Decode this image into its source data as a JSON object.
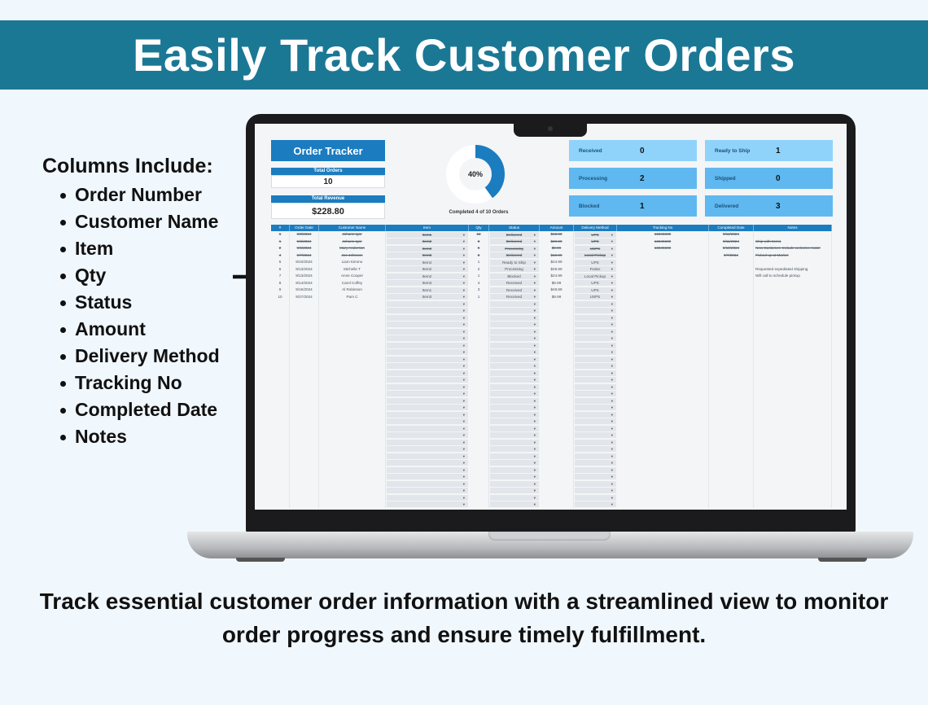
{
  "banner": {
    "title": "Easily Track Customer Orders"
  },
  "columns_list": {
    "heading": "Columns Include:",
    "items": [
      "Order Number",
      "Customer Name",
      "Item",
      "Qty",
      "Status",
      "Amount",
      "Delivery Method",
      "Tracking No",
      "Completed Date",
      "Notes"
    ]
  },
  "caption": "Track essential customer order information with a streamlined view to monitor order progress and ensure timely fulfillment.",
  "dashboard": {
    "title": "Order Tracker",
    "total_orders_label": "Total Orders",
    "total_orders_value": "10",
    "total_revenue_label": "Total Revenue",
    "total_revenue_value": "$228.80",
    "donut_percent_label": "40%",
    "donut_fraction": 0.4,
    "donut_caption": "Completed 4 of 10 Orders",
    "stats": [
      {
        "label": "Received",
        "value": "0"
      },
      {
        "label": "Ready to Ship",
        "value": "1"
      },
      {
        "label": "Processing",
        "value": "2"
      },
      {
        "label": "Shipped",
        "value": "0"
      },
      {
        "label": "Blocked",
        "value": "1"
      },
      {
        "label": "Delivered",
        "value": "3"
      }
    ],
    "colors": {
      "primary": "#1b7cc0",
      "stat_light": "#8fd3fb",
      "stat_mid": "#5fb8ef"
    },
    "table": {
      "headers": [
        "#",
        "Order Date",
        "Customer Name",
        "Item",
        "Qty",
        "Status",
        "Amount",
        "Delivery Method",
        "Tracking No",
        "Completed Date",
        "Notes"
      ],
      "rows": [
        {
          "done": true,
          "cells": [
            "1",
            "9/3/2024",
            "Johann Igor",
            "Item1",
            "12",
            "Delivered",
            "$15.99",
            "UPS",
            "12345689",
            "9/11/2024",
            ""
          ]
        },
        {
          "done": true,
          "cells": [
            "1",
            "9/3/2024",
            "Johann Igor",
            "Item2",
            "3",
            "Delivered",
            "$29.99",
            "UPS",
            "12345689",
            "9/11/2024",
            "Ship with Item1"
          ]
        },
        {
          "done": true,
          "cells": [
            "2",
            "9/6/2024",
            "Mary Anderson",
            "Item3",
            "5",
            "Processing",
            "$9.99",
            "USPS",
            "12345689",
            "9/10/2024",
            "New Customer. Include welcome mater"
          ]
        },
        {
          "done": true,
          "cells": [
            "4",
            "9/7/2024",
            "Joe Johnson",
            "Item3",
            "3",
            "Delivered",
            "$19.99",
            "Local Pickup",
            "",
            "9/7/2024",
            "Picked up at Market"
          ]
        },
        {
          "done": false,
          "cells": [
            "5",
            "9/10/2024",
            "Liam Kimmo",
            "Item4",
            "1",
            "Ready to Ship",
            "$24.99",
            "UPS",
            "",
            "",
            ""
          ]
        },
        {
          "done": false,
          "cells": [
            "6",
            "9/13/2024",
            "Michelle T",
            "Item2",
            "2",
            "Processing",
            "$29.99",
            "Fedex",
            "",
            "",
            "Requested expediated shipping"
          ]
        },
        {
          "done": false,
          "cells": [
            "7",
            "9/13/2024",
            "Anne Cooper",
            "Item2",
            "1",
            "Blocked",
            "$24.99",
            "Local Pickup",
            "",
            "",
            "Will call to schedule pickup"
          ]
        },
        {
          "done": false,
          "cells": [
            "8",
            "9/14/2024",
            "Carol Coffey",
            "Item3",
            "4",
            "Received",
            "$9.99",
            "UPS",
            "",
            "",
            ""
          ]
        },
        {
          "done": false,
          "cells": [
            "9",
            "9/16/2024",
            "Al Robinson",
            "Item1",
            "3",
            "Received",
            "$48.89",
            "UPS",
            "",
            "",
            ""
          ]
        },
        {
          "done": false,
          "cells": [
            "10",
            "9/27/2024",
            "Pam C",
            "Item3",
            "1",
            "Received",
            "$9.99",
            "USPS",
            "",
            "",
            ""
          ]
        }
      ]
    }
  }
}
